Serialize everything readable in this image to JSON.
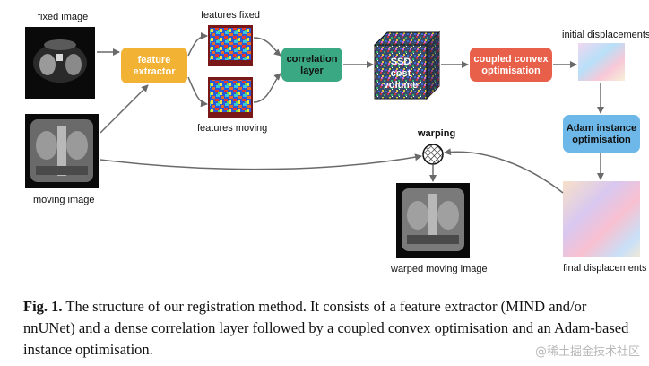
{
  "labels": {
    "fixed_image": "fixed image",
    "moving_image": "moving image",
    "features_fixed": "features fixed",
    "features_moving": "features moving",
    "initial_displacements": "initial displacements",
    "final_displacements": "final displacements",
    "warping": "warping",
    "warped_moving_image": "warped moving image"
  },
  "boxes": {
    "feature_extractor": [
      "feature",
      "extractor"
    ],
    "correlation_layer": [
      "correlation",
      "layer"
    ],
    "ssd_cost_volume": [
      "SSD",
      "cost",
      "volume"
    ],
    "coupled_convex": [
      "coupled convex",
      "optimisation"
    ],
    "adam_instance": [
      "Adam instance",
      "optimisation"
    ]
  },
  "colors": {
    "feature_extractor": "#f2b233",
    "correlation_layer": "#3aa882",
    "coupled_convex": "#e8604a",
    "adam_instance": "#6db8e8",
    "arrow": "#6a6a6a"
  },
  "caption": {
    "prefix": "Fig. 1.",
    "text": " The structure of our registration method. It consists of a feature extractor (MIND and/or nnUNet) and a dense correlation layer followed by a coupled convex optimisation and an Adam-based instance optimisation."
  },
  "watermark": "@稀土掘金技术社区"
}
